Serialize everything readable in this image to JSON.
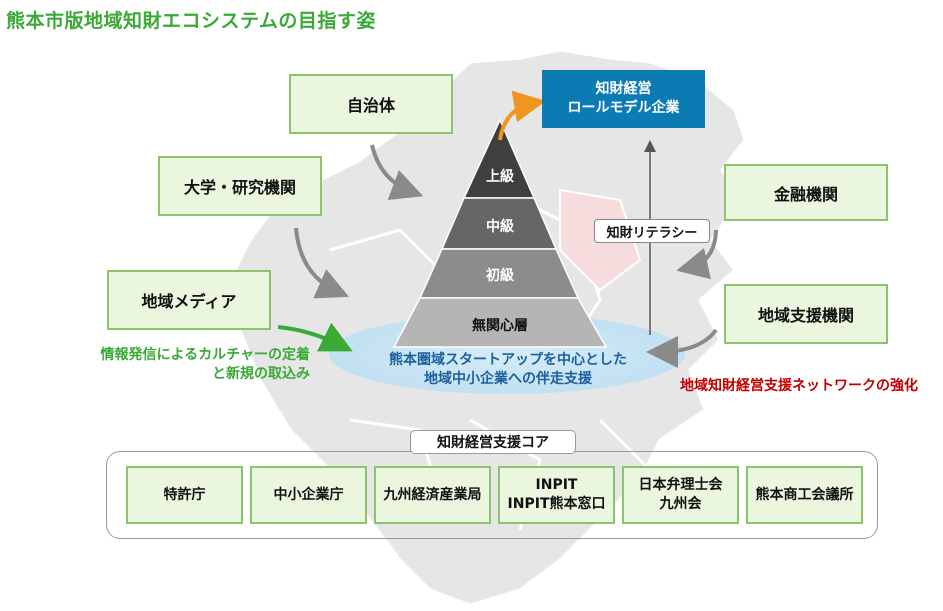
{
  "title": "熊本市版地域知財エコシステムの目指す姿",
  "actors_left": [
    "自治体",
    "大学・研究機関",
    "地域メディア"
  ],
  "actors_right": [
    "金融機関",
    "地域支援機関"
  ],
  "goal_box": [
    "知財経営",
    "ロールモデル企業"
  ],
  "pyramid": [
    "上級",
    "中級",
    "初級",
    "無関心層"
  ],
  "literacy_label": "知財リテラシー",
  "ellipse_text": [
    "熊本圏域スタートアップを中心とした",
    "地域中小企業への伴走支援"
  ],
  "media_note": [
    "情報発信によるカルチャーの定着",
    "と新規の取込み"
  ],
  "network_note": "地域知財経営支援ネットワークの強化",
  "core": {
    "label": "知財経営支援コア",
    "members": [
      [
        "特許庁"
      ],
      [
        "中小企業庁"
      ],
      [
        "九州経済産業局"
      ],
      [
        "INPIT",
        "INPIT熊本窓口"
      ],
      [
        "日本弁理士会",
        "九州会"
      ],
      [
        "熊本商工会議所"
      ]
    ]
  },
  "colors": {
    "title_green": "#3aa935",
    "box_fill": "#eaf6dd",
    "box_border": "#8cc46e",
    "goal_blue": "#0c7bb3",
    "arrow_orange": "#f0961e",
    "network_red": "#c00000",
    "ellipse_text_blue": "#1b5f9e"
  }
}
